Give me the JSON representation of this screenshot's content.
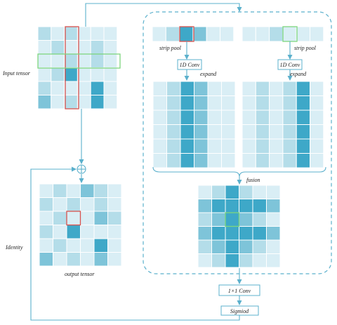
{
  "labels": {
    "input_tensor": "Input tensor",
    "output_tensor": "output tensor",
    "identity": "Identity",
    "strip_pool_left": "strip pool",
    "strip_pool_right": "strip pool",
    "conv1d_left": "1D Conv",
    "conv1d_right": "1D Conv",
    "expand_left": "expand",
    "expand_right": "expand",
    "fusion": "fusion",
    "conv1x1": "1×1 Conv",
    "sigmoid": "Sigmiod"
  },
  "colors": {
    "level": [
      "#d9eef5",
      "#b4dde9",
      "#7ec4d9",
      "#3ea8c8"
    ],
    "grid_line": "#ffffff",
    "arrow": "#5bb0cc",
    "dashed_border": "#5bb0cc",
    "box_border": "#5bb0cc",
    "highlight_red": "#d9534f",
    "highlight_green": "#7ed67e",
    "brace": "#5bb0cc"
  },
  "grids": {
    "input": [
      [
        1,
        0,
        1,
        0,
        0,
        0
      ],
      [
        0,
        1,
        0,
        0,
        1,
        0
      ],
      [
        0,
        0,
        1,
        0,
        1,
        0
      ],
      [
        0,
        1,
        3,
        0,
        0,
        0
      ],
      [
        1,
        0,
        0,
        0,
        3,
        0
      ],
      [
        2,
        0,
        1,
        0,
        3,
        0
      ]
    ],
    "output": [
      [
        0,
        1,
        0,
        2,
        1,
        0
      ],
      [
        1,
        0,
        1,
        0,
        1,
        0
      ],
      [
        0,
        1,
        0,
        0,
        2,
        1
      ],
      [
        1,
        0,
        3,
        0,
        0,
        0
      ],
      [
        0,
        1,
        0,
        0,
        3,
        0
      ],
      [
        2,
        0,
        1,
        0,
        2,
        0
      ]
    ],
    "strip_left": [
      [
        0,
        1,
        3,
        2,
        0,
        0
      ]
    ],
    "strip_right": [
      [
        0,
        0,
        1,
        0,
        0,
        0
      ]
    ],
    "expand_left": [
      [
        0,
        1,
        3,
        2,
        0,
        0
      ],
      [
        0,
        1,
        3,
        2,
        0,
        0
      ],
      [
        0,
        1,
        3,
        2,
        0,
        0
      ],
      [
        0,
        1,
        3,
        2,
        0,
        0
      ],
      [
        0,
        1,
        3,
        2,
        0,
        0
      ],
      [
        0,
        1,
        3,
        2,
        0,
        0
      ]
    ],
    "expand_right": [
      [
        0,
        1,
        0,
        1,
        3,
        0
      ],
      [
        0,
        1,
        0,
        1,
        3,
        0
      ],
      [
        0,
        1,
        0,
        1,
        3,
        0
      ],
      [
        0,
        1,
        0,
        1,
        3,
        0
      ],
      [
        0,
        1,
        0,
        1,
        3,
        0
      ],
      [
        0,
        1,
        0,
        1,
        3,
        0
      ]
    ],
    "fusion": [
      [
        0,
        1,
        3,
        1,
        0,
        0
      ],
      [
        2,
        3,
        3,
        3,
        3,
        2
      ],
      [
        1,
        2,
        3,
        2,
        1,
        0
      ],
      [
        2,
        3,
        3,
        3,
        3,
        2
      ],
      [
        1,
        2,
        3,
        2,
        1,
        0
      ],
      [
        0,
        1,
        3,
        1,
        0,
        0
      ]
    ]
  }
}
